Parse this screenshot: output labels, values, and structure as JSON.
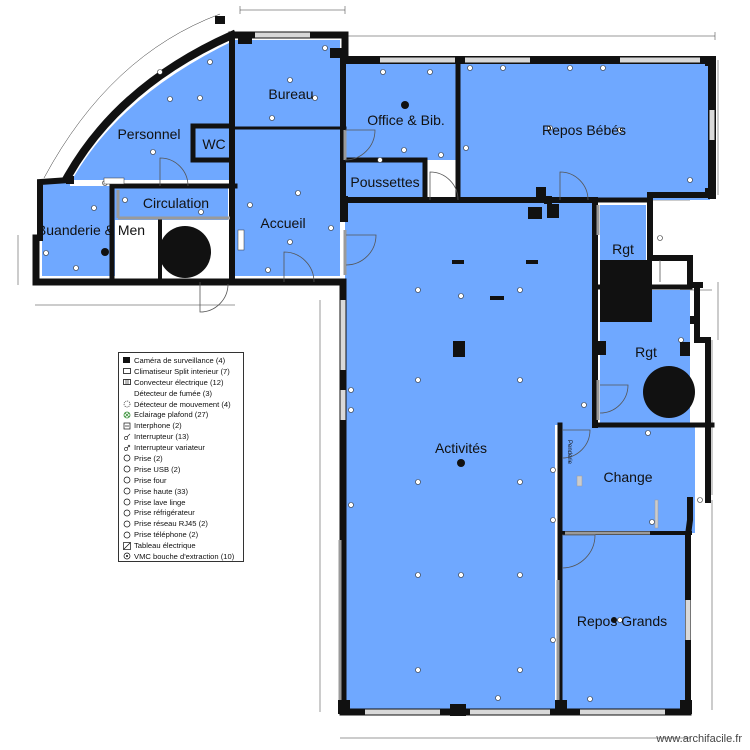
{
  "plan": {
    "rooms": [
      {
        "id": "bureau",
        "label": "Bureau"
      },
      {
        "id": "office",
        "label": "Office & Bib."
      },
      {
        "id": "repos-bebes",
        "label": "Repos Bébés"
      },
      {
        "id": "personnel",
        "label": "Personnel"
      },
      {
        "id": "wc",
        "label": "WC"
      },
      {
        "id": "poussettes",
        "label": "Poussettes"
      },
      {
        "id": "circulation",
        "label": "Circulation"
      },
      {
        "id": "accueil",
        "label": "Accueil"
      },
      {
        "id": "buanderie",
        "label": "Buanderie & Men"
      },
      {
        "id": "rgt-1",
        "label": "Rgt"
      },
      {
        "id": "rgt-2",
        "label": "Rgt"
      },
      {
        "id": "activites",
        "label": "Activités"
      },
      {
        "id": "change",
        "label": "Change"
      },
      {
        "id": "repos-grands",
        "label": "Repos Grands"
      }
    ],
    "penderie_label": "Penderie"
  },
  "legend": {
    "items": [
      {
        "symbol": "camera",
        "label": "Caméra de surveillance (4)"
      },
      {
        "symbol": "split",
        "label": "Climatiseur Split interieur (7)"
      },
      {
        "symbol": "convecteur",
        "label": "Convecteur électrique (12)"
      },
      {
        "symbol": "fumee",
        "label": "Détecteur de fumée (3)"
      },
      {
        "symbol": "mouvement",
        "label": "Détecteur de mouvement (4)"
      },
      {
        "symbol": "eclairage",
        "label": "Eclairage plafond (27)"
      },
      {
        "symbol": "interphone",
        "label": "Interphone (2)"
      },
      {
        "symbol": "interrupteur",
        "label": "Interrupteur (13)"
      },
      {
        "symbol": "variateur",
        "label": "Interrupteur variateur"
      },
      {
        "symbol": "prise",
        "label": "Prise (2)"
      },
      {
        "symbol": "prise-usb",
        "label": "Prise USB (2)"
      },
      {
        "symbol": "prise-four",
        "label": "Prise four"
      },
      {
        "symbol": "prise-haute",
        "label": "Prise haute (33)"
      },
      {
        "symbol": "prise-lave-linge",
        "label": "Prise lave linge"
      },
      {
        "symbol": "prise-frigo",
        "label": "Prise réfrigérateur"
      },
      {
        "symbol": "prise-rj45",
        "label": "Prise réseau RJ45 (2)"
      },
      {
        "symbol": "prise-tel",
        "label": "Prise téléphone (2)"
      },
      {
        "symbol": "tableau",
        "label": "Tableau électrique"
      },
      {
        "symbol": "vmc",
        "label": "VMC bouche d'extraction (10)"
      }
    ]
  },
  "footer": {
    "watermark": "www.archifacile.fr"
  },
  "colors": {
    "room_fill": "#6fa8ff",
    "wall": "#111111",
    "partition": "#9a9a9a",
    "window": "#d9d9d9"
  }
}
